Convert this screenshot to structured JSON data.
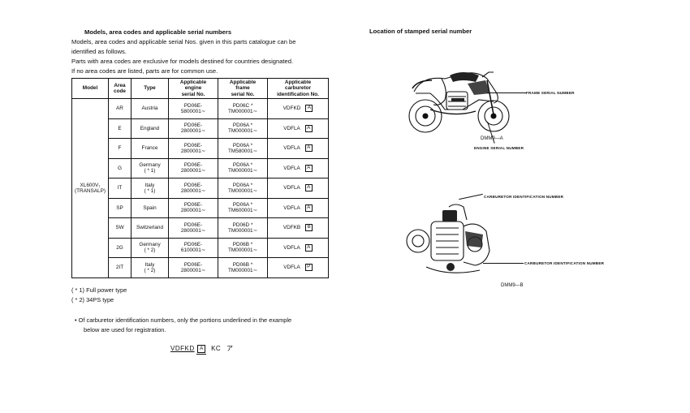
{
  "left": {
    "heading": "Models, area codes and applicable serial numbers",
    "para1_line1": "Models, area codes and applicable serial Nos. given in this parts catalogue can be",
    "para1_line2": "identified as follows.",
    "para2_line1": "Parts with area codes are exclusive for models destined for countries designated.",
    "para2_line2": "If no area codes are listed, parts are for common use."
  },
  "table": {
    "headers": {
      "model": "Model",
      "area_l1": "Area",
      "area_l2": "code",
      "type": "Type",
      "engine_l1": "Applicable",
      "engine_l2": "engine",
      "engine_l3": "serial No.",
      "frame_l1": "Applicable",
      "frame_l2": "frame",
      "frame_l3": "serial No.",
      "carb_l1": "Applicable",
      "carb_l2": "carburetor",
      "carb_l3": "identification No."
    },
    "model_l1": "XL600V₁",
    "model_l2": "(TRANSALP)",
    "rows": [
      {
        "area": "AR",
        "type_l1": "Austria",
        "type_l2": "",
        "eng_l1": "PD06E-",
        "eng_l2": "5800001∼",
        "frm_l1": "PD06C *",
        "frm_l2": "TM000001∼",
        "carb": "VDFKD",
        "box": "A"
      },
      {
        "area": "E",
        "type_l1": "England",
        "type_l2": "",
        "eng_l1": "PD06E-",
        "eng_l2": "2800001∼",
        "frm_l1": "PD06A *",
        "frm_l2": "TM000001∼",
        "carb": "VDFLA",
        "box": "A"
      },
      {
        "area": "F",
        "type_l1": "France",
        "type_l2": "",
        "eng_l1": "PD06E-",
        "eng_l2": "2800001∼",
        "frm_l1": "PD06A *",
        "frm_l2": "TM580001∼",
        "carb": "VDFLA",
        "box": "A"
      },
      {
        "area": "G",
        "type_l1": "Germany",
        "type_l2": "( * 1)",
        "eng_l1": "PD06E-",
        "eng_l2": "2800001∼",
        "frm_l1": "PD06A *",
        "frm_l2": "TM000001∼",
        "carb": "VDFLA",
        "box": "A"
      },
      {
        "area": "IT",
        "type_l1": "Italy",
        "type_l2": "( * 1)",
        "eng_l1": "PD06E-",
        "eng_l2": "2800001∼",
        "frm_l1": "PD06A *",
        "frm_l2": "TM000001∼",
        "carb": "VDFLA",
        "box": "A"
      },
      {
        "area": "SP",
        "type_l1": "Spain",
        "type_l2": "",
        "eng_l1": "PD06E-",
        "eng_l2": "2800001∼",
        "frm_l1": "PD06A *",
        "frm_l2": "TM600001∼",
        "carb": "VDFLA",
        "box": "A"
      },
      {
        "area": "SW",
        "type_l1": "Switzerland",
        "type_l2": "",
        "eng_l1": "PD06E-",
        "eng_l2": "2800001∼",
        "frm_l1": "PD06D *",
        "frm_l2": "TM000001∼",
        "carb": "VDFKB",
        "box": "B"
      },
      {
        "area": "2G",
        "type_l1": "Germany",
        "type_l2": "( * 2)",
        "eng_l1": "PD06E-",
        "eng_l2": "6100001∼",
        "frm_l1": "PD06B *",
        "frm_l2": "TM000001∼",
        "carb": "VDFLA",
        "box": "A"
      },
      {
        "area": "2IT",
        "type_l1": "Italy",
        "type_l2": "( * 2)",
        "eng_l1": "PD06E-",
        "eng_l2": "2800001∼",
        "frm_l1": "PD06B *",
        "frm_l2": "TM000001∼",
        "carb": "VDFLA",
        "box": "P"
      }
    ]
  },
  "notes": {
    "note1": "( * 1)  Full power type",
    "note2": "( * 2)  34PS type",
    "bullet_l1": "•  Of carburetor identification numbers, only the portions underlined in the example",
    "bullet_l2": "below are used for registration."
  },
  "example": {
    "code": "VDFKD",
    "box": "A",
    "suffix1": "KC",
    "suffix2": "ア"
  },
  "right": {
    "heading": "Location of stamped serial number",
    "fig1_frame_label": "FRAME SERIAL NUMBER",
    "fig1_code": "DMM9—A",
    "fig1_engine_label": "ENGINE SERIAL NUMBER",
    "fig2_carb_label_top": "CARBURETOR IDENTIFICATION NUMBER",
    "fig2_carb_label_bottom": "CARBURETOR IDENTIFICATION NUMBER",
    "fig2_code": "DMM9—B"
  }
}
